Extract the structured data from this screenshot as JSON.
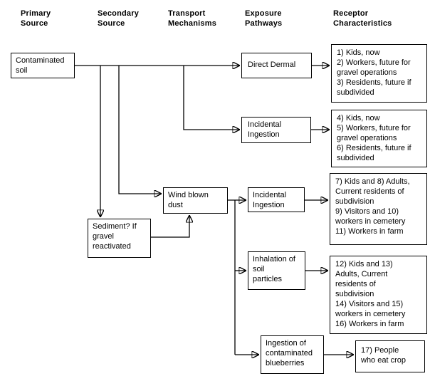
{
  "diagram": {
    "columns": {
      "primary_source": "Primary\nSource",
      "secondary_source": "Secondary\nSource",
      "transport_mechanisms": "Transport\nMechanisms",
      "exposure_pathways": "Exposure\nPathways",
      "receptor_characteristics": "Receptor\nCharacteristics"
    },
    "nodes": {
      "contaminated_soil": "Contaminated\nsoil",
      "sediment": "Sediment? If\ngravel\nreactivated",
      "wind_blown_dust": "Wind blown\ndust",
      "direct_dermal": "Direct Dermal",
      "incidental_ingestion_top": "Incidental\nIngestion",
      "incidental_ingestion_mid": "Incidental\nIngestion",
      "inhalation_soil_particles": "Inhalation of\nsoil\nparticles",
      "ingestion_blueberries": "Ingestion of\ncontaminated\nblueberries"
    },
    "receptors": {
      "group_1": "1) Kids, now\n2) Workers, future for\ngravel operations\n3) Residents, future if\nsubdivided",
      "group_2": "4) Kids, now\n5) Workers, future for\ngravel operations\n6) Residents, future if\nsubdivided",
      "group_3": "7) Kids and 8) Adults,\nCurrent residents of\nsubdivision\n9) Visitors and 10)\nworkers in cemetery\n11) Workers in farm",
      "group_4": "12) Kids and 13)\nAdults, Current\nresidents of\nsubdivision\n14) Visitors and 15)\nworkers in cemetery\n16) Workers in farm",
      "group_5": "17) People\nwho eat crop"
    },
    "colors": {
      "line": "#000000",
      "text": "#000000",
      "background": "#ffffff"
    }
  }
}
